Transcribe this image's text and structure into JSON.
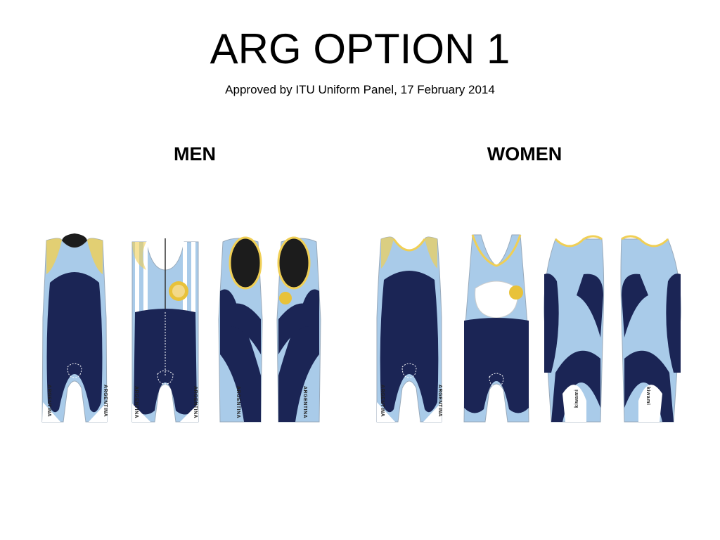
{
  "slide": {
    "title": "ARG OPTION 1",
    "subtitle": "Approved by ITU Uniform Panel, 17 February 2014"
  },
  "sections": {
    "men_label": "MEN",
    "women_label": "WOMEN"
  },
  "suits": {
    "country_text": "ARGENTINA",
    "brand_text": "kiwami"
  },
  "colors": {
    "navy": "#1b2555",
    "light_blue": "#a9cbe9",
    "white": "#ffffff",
    "sun_yellow": "#e8c23a",
    "trim_yellow": "#f0cf55",
    "black": "#1c1c1c"
  }
}
